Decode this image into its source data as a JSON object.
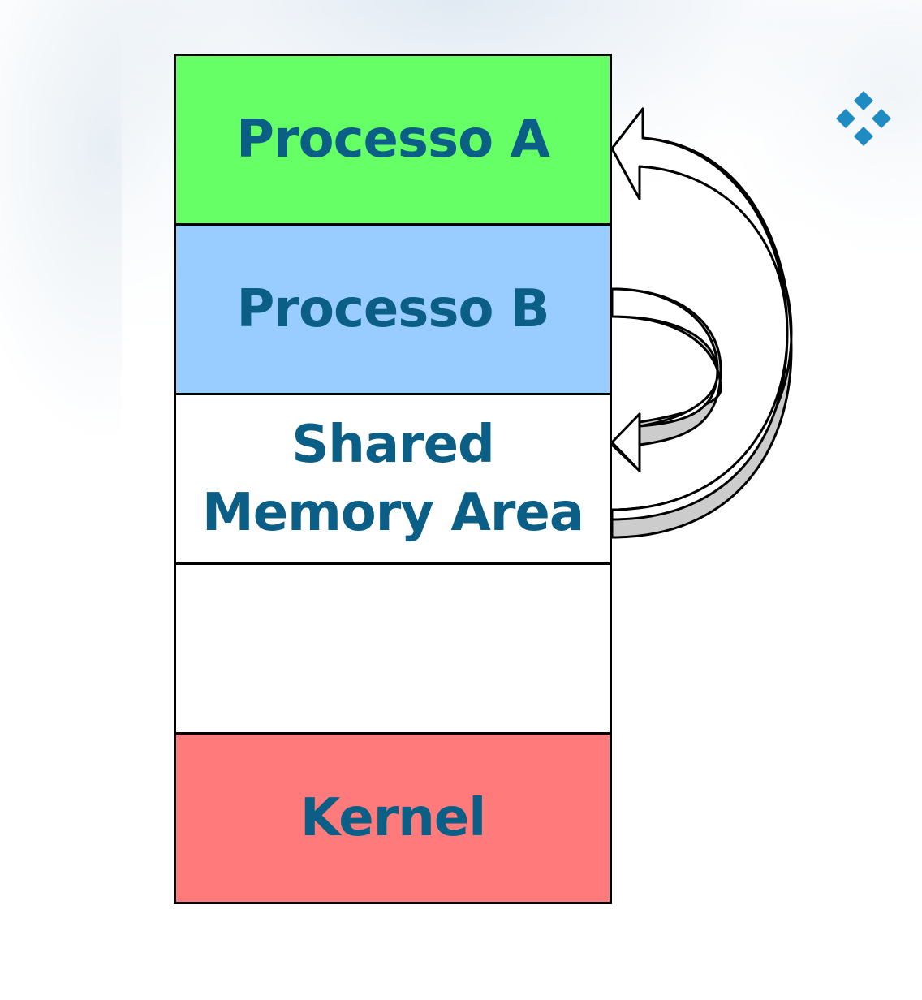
{
  "memory_stack": {
    "segments": [
      {
        "label": "Processo A",
        "color": "#66ff66"
      },
      {
        "label": "Processo B",
        "color": "#99ccff"
      },
      {
        "label": "Shared\nMemory Area",
        "color": "#ffffff"
      },
      {
        "label": "",
        "color": "#ffffff"
      },
      {
        "label": "Kernel",
        "color": "#ff7b7b"
      }
    ]
  },
  "colors": {
    "label_text": "#0b5f86",
    "outline": "#000000",
    "arrow_shade": "#cccccc",
    "bullet": "#1e8bc3"
  },
  "icons": {
    "bullet": "four-diamond-bullet-icon"
  }
}
